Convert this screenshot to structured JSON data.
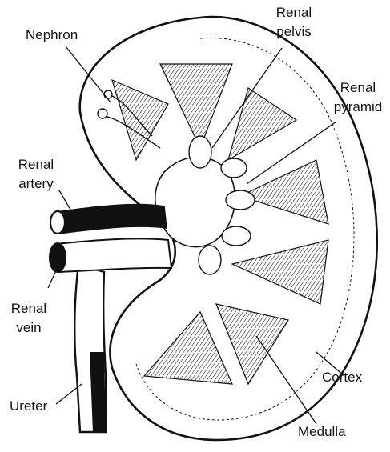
{
  "diagram": {
    "labels": {
      "nephron": "Nephron",
      "renal_pelvis_1": "Renal",
      "renal_pelvis_2": "pelvis",
      "renal_pyramid_1": "Renal",
      "renal_pyramid_2": "pyramid",
      "renal_artery_1": "Renal",
      "renal_artery_2": "artery",
      "renal_vein_1": "Renal",
      "renal_vein_2": "vein",
      "ureter": "Ureter",
      "cortex": "Cortex",
      "medulla": "Medulla"
    },
    "colors": {
      "ink": "#111111",
      "paper": "#ffffff",
      "tissue": "#f4f4f4"
    }
  }
}
